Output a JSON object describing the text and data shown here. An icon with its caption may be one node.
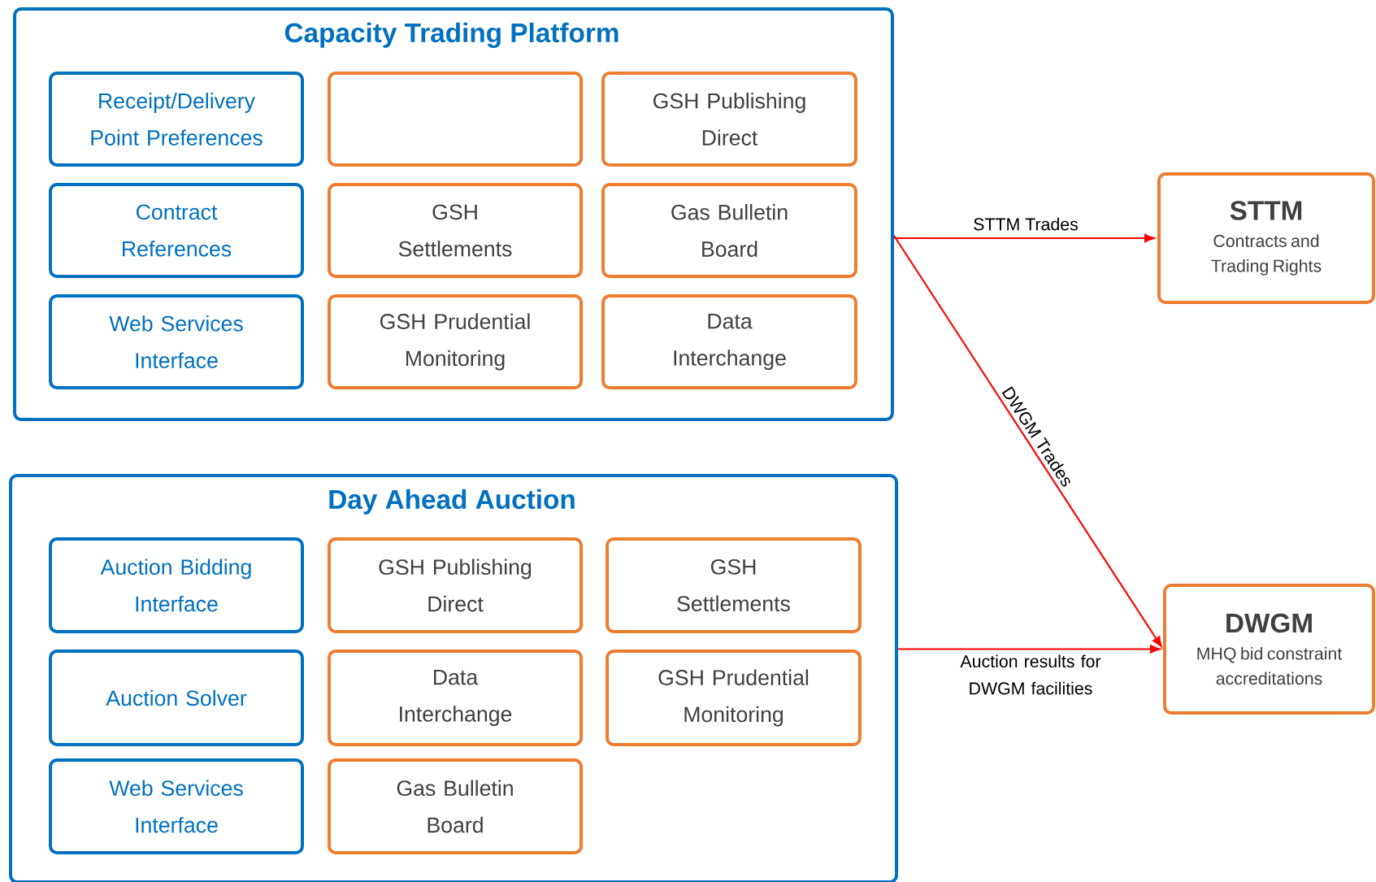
{
  "diagram": {
    "nodes": [
      {
        "text": [
          "Capacity Trading Platform"
        ]
      },
      {
        "text": [
          "Receipt/Delivery Point Preferences"
        ],
        "in": 0
      },
      {
        "text": [],
        "shape": "box",
        "in": 0
      },
      {
        "text": [
          "GSH Publishing Direct"
        ],
        "in": 0
      },
      {
        "text": [
          "Contract References"
        ],
        "in": 0
      },
      {
        "text": [
          "GSH Settlements"
        ],
        "in": 0
      },
      {
        "text": [
          "Gas Bulletin Board"
        ],
        "in": 0
      },
      {
        "text": [
          "Web Services Interface"
        ],
        "in": 0
      },
      {
        "text": [
          "GSH Prudential Monitoring"
        ],
        "in": 0
      },
      {
        "text": [
          "Data Interchange"
        ],
        "in": 0
      },
      {
        "text": [
          "Day Ahead Auction"
        ]
      },
      {
        "text": [
          "Auction Bidding Interface"
        ],
        "in": 10
      },
      {
        "text": [
          "GSH Publishing Direct"
        ],
        "in": 10
      },
      {
        "text": [
          "GSH Settlements"
        ],
        "in": 10
      },
      {
        "text": [
          "Auction Solver"
        ],
        "in": 10
      },
      {
        "text": [
          "Data Interchange"
        ],
        "in": 10
      },
      {
        "text": [
          "GSH Prudential Monitoring"
        ],
        "in": 10
      },
      {
        "text": [
          "Web Services Interface"
        ],
        "in": 10
      },
      {
        "text": [
          "Gas Bulletin Board"
        ],
        "in": 10
      },
      {
        "text": [
          "STTM",
          "Contracts and Trading Rights"
        ]
      },
      {
        "text": [
          "DWGM",
          "MHQ bid constraint accreditations"
        ]
      }
    ],
    "edges": [
      {
        "from": 0,
        "to": 19,
        "arrow": "to",
        "label": "STTM Trades"
      },
      {
        "from": 0,
        "to": 20,
        "arrow": "to",
        "label": "DWGM Trades"
      },
      {
        "from": 10,
        "to": 20,
        "arrow": "to",
        "label": "Auction results for DWGM facilities"
      }
    ]
  }
}
